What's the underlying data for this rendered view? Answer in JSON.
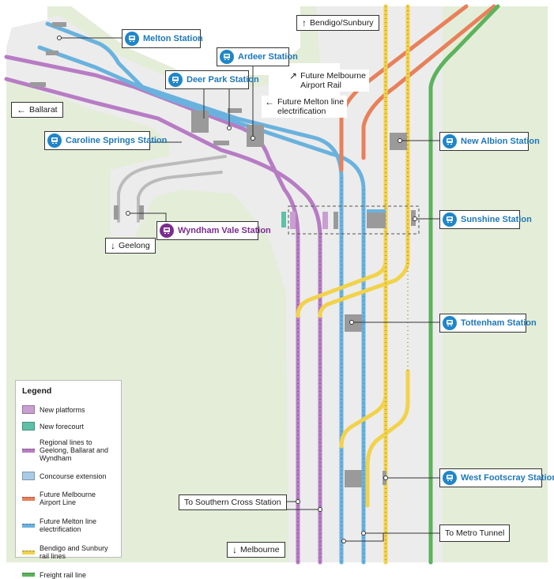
{
  "stations": {
    "melton": "Melton Station",
    "ardeer": "Ardeer Station",
    "deer_park": "Deer Park Station",
    "caroline_springs": "Caroline Springs Station",
    "new_albion": "New Albion Station",
    "sunshine": "Sunshine Station",
    "wyndham_vale": "Wyndham Vale Station",
    "tottenham": "Tottenham Station",
    "west_footscray": "West Footscray Station"
  },
  "directions": {
    "bendigo_sunbury": "Bendigo/Sunbury",
    "ballarat": "Ballarat",
    "geelong": "Geelong",
    "melbourne": "Melbourne",
    "airport_rail": "Future Melbourne\nAirport Rail",
    "melton_elec": "Future Melton line\nelectrification",
    "southern_cross": "To Southern Cross Station",
    "metro_tunnel": "To Metro Tunnel"
  },
  "legend": {
    "title": "Legend",
    "items": [
      {
        "label": "New platforms",
        "color": "#c79fd0"
      },
      {
        "label": "New forecourt",
        "color": "#5fc0a8"
      },
      {
        "label": "Regional lines to Geelong, Ballarat and Wyndham",
        "color": "#b77cc4"
      },
      {
        "label": "Concourse extension",
        "color": "#a9cbe6"
      },
      {
        "label": "Future Melbourne Airport Line",
        "color": "#e8805a"
      },
      {
        "label": "Future Melton line electrification",
        "color": "#6ab2de"
      },
      {
        "label": "Bendigo and Sunbury rail lines",
        "color": "#f2d24a"
      },
      {
        "label": "Freight rail line",
        "color": "#5cb35c"
      }
    ]
  },
  "colors": {
    "regional": "#b77cc4",
    "melton": "#6ab2de",
    "airport": "#e8805a",
    "bendigo": "#f2d24a",
    "freight": "#5cb35c",
    "greenspace": "#e4edd8",
    "corridor": "#eeeeee"
  }
}
